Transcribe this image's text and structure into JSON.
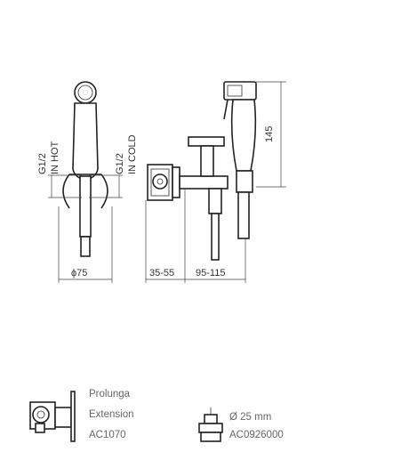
{
  "left_view": {
    "label_hot": "G1/2\nIN HOT",
    "label_hot_lines": [
      "G1/2",
      "IN HOT"
    ],
    "label_cold_lines": [
      "G1/2",
      "IN COLD"
    ],
    "diameter_label": "ϕ75"
  },
  "right_view": {
    "height_label": "145",
    "depth_label": "35-55",
    "length_label": "95-115"
  },
  "accessories": {
    "extension": {
      "lines": [
        "Prolunga",
        "Extension",
        "AC1070"
      ]
    },
    "cartridge": {
      "lines": [
        "Ø 25 mm",
        "AC0926000"
      ]
    }
  },
  "colors": {
    "line": "#222222",
    "text": "#333333",
    "caption": "#666666"
  }
}
